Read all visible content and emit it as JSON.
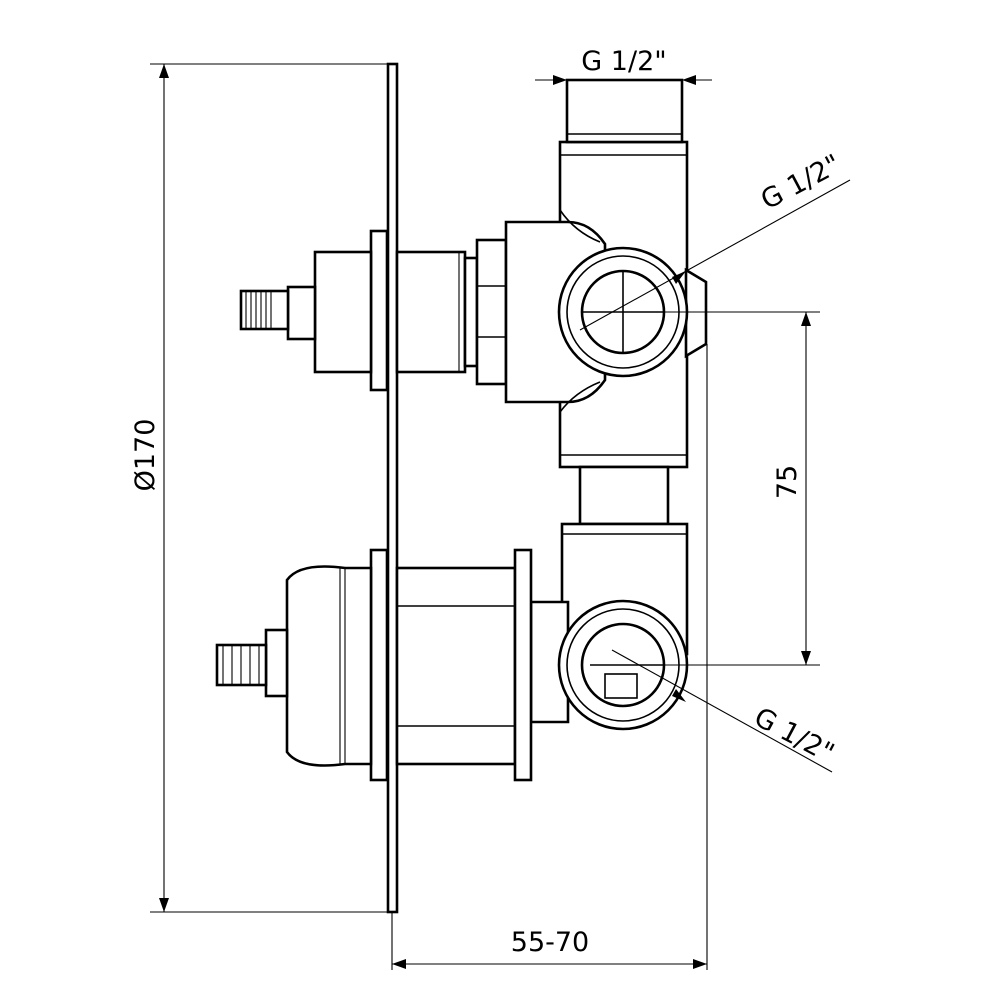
{
  "dimensions": {
    "top_thread": "G 1/2\"",
    "right_upper_thread": "G 1/2\"",
    "right_lower_thread": "G 1/2\"",
    "diameter": "Ø170",
    "center_distance": "75",
    "depth": "55-70"
  }
}
